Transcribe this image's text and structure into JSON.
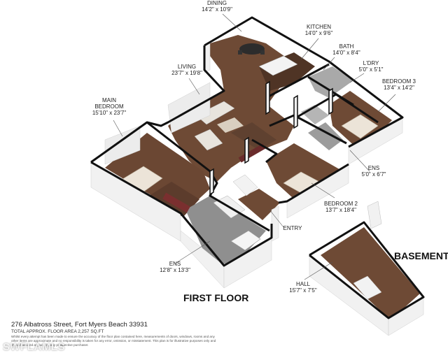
{
  "rooms": [
    {
      "id": "dining",
      "name": "DINING",
      "dims": "14'2\" x 10'9\""
    },
    {
      "id": "kitchen",
      "name": "KITCHEN",
      "dims": "14'0\" x 9'6\""
    },
    {
      "id": "bath",
      "name": "BATH",
      "dims": "14'0\" x 8'4\""
    },
    {
      "id": "laundry",
      "name": "L'DRY",
      "dims": "5'0\" x 5'1\""
    },
    {
      "id": "bedroom3",
      "name": "BEDROOM 3",
      "dims": "13'4\" x 14'2\""
    },
    {
      "id": "living",
      "name": "LIVING",
      "dims": "23'7\" x 19'8\""
    },
    {
      "id": "main_bedroom",
      "name": "MAIN\nBEDROOM",
      "dims": "15'10\" x 23'7\""
    },
    {
      "id": "ens_small",
      "name": "ENS",
      "dims": "5'0\" x 6'7\""
    },
    {
      "id": "bedroom2",
      "name": "BEDROOM 2",
      "dims": "13'7\" x 18'4\""
    },
    {
      "id": "entry",
      "name": "ENTRY",
      "dims": ""
    },
    {
      "id": "ens_main",
      "name": "ENS",
      "dims": "12'8\" x 13'3\""
    },
    {
      "id": "hall",
      "name": "HALL",
      "dims": "15'7\" x 7'5\""
    }
  ],
  "floors": {
    "first": "FIRST FLOOR",
    "basement": "BASEMENT"
  },
  "footer": {
    "address": "276 Albatross Street, Fort Myers Beach 33931",
    "total_area": "TOTAL APPROX. FLOOR AREA 2,257 SQ.FT",
    "disclaimer": "Whilst every attempt has been made to ensure the accuracy of the floor plan contained here, measurements of doors, windows, rooms and any other items are approximate and no responsibility is taken for any error, omission, or misstatement. This plan is for illustrative purposes only and should be used as such by any prospective purchaser."
  },
  "watermark": "SWFLAMLS",
  "colors": {
    "wood": "#6e4a35",
    "wall_top": "#111111",
    "wall_side": "#f1f1f1",
    "tile": "#8f8f8f",
    "bed": "#ece4d8"
  }
}
